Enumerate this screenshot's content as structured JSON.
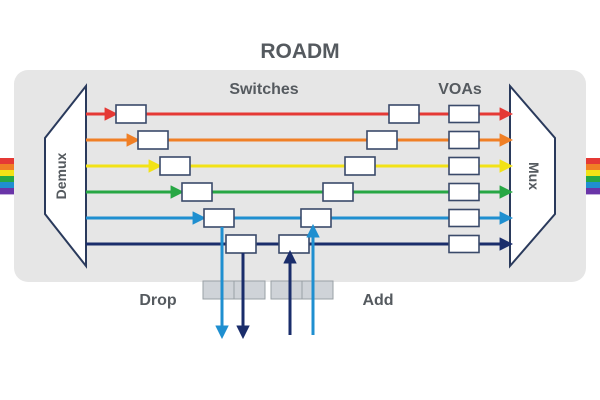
{
  "diagram": {
    "title": "ROADM",
    "labels": {
      "switches": "Switches",
      "voas": "VOAs",
      "demux": "Demux",
      "mux": "Mux",
      "drop": "Drop",
      "add": "Add"
    },
    "colors": {
      "panel": "#e6e6e6",
      "box_stroke": "#2a3a5c",
      "module_fill": "#ffffff",
      "module_stroke": "#3a4a6a",
      "port_fill": "#cfd3d8",
      "label": "#555a5f",
      "channels": [
        "#e53935",
        "#f07f25",
        "#f2e216",
        "#27a744",
        "#1f8fd0",
        "#1a2d6b"
      ]
    },
    "spectrum_colors": [
      "#e53935",
      "#f07f25",
      "#f2e216",
      "#27a744",
      "#1f8fd0",
      "#6a35a8"
    ],
    "wavelength_channels": 6,
    "drop_channels": [
      "#1f8fd0",
      "#1a2d6b"
    ],
    "add_channels": [
      "#1a2d6b",
      "#1f8fd0"
    ]
  }
}
